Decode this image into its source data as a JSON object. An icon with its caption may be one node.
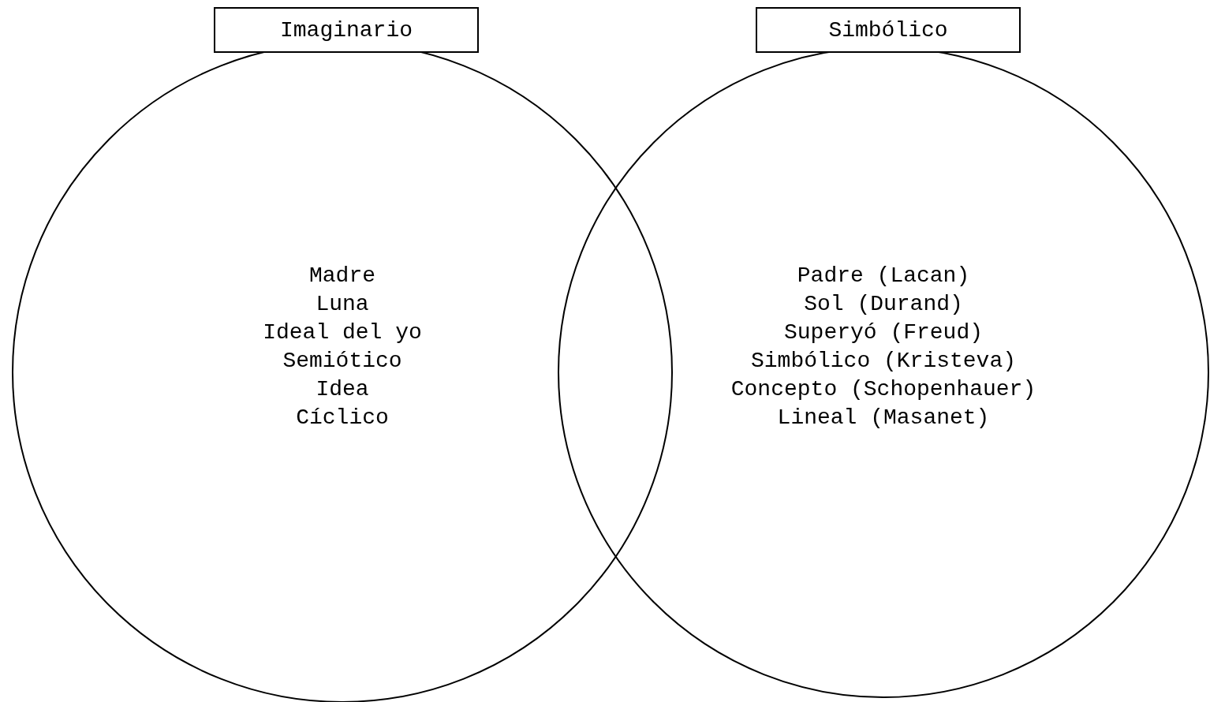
{
  "diagram": {
    "nodes": [
      {
        "text": [
          "Imaginario"
        ]
      },
      {
        "text": [
          "Madre",
          "Luna",
          "Ideal del yo",
          "Semiótico",
          "Idea",
          "Cíclico"
        ]
      },
      {
        "text": [
          "Simbólico"
        ]
      },
      {
        "text": [
          "Padre (Lacan)",
          "Sol (Durand)",
          "Superyó (Freud)",
          "Simbólico (Kristeva)",
          "Concepto (Schopenhauer)",
          "Lineal (Masanet)"
        ]
      }
    ]
  }
}
